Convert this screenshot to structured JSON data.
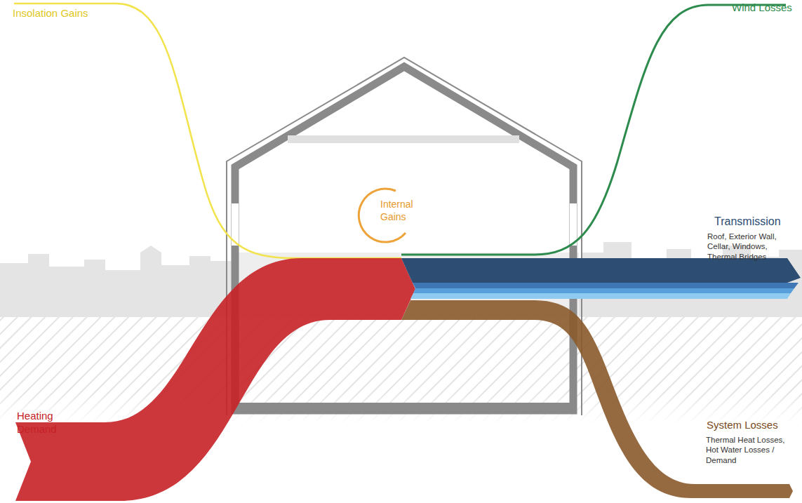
{
  "diagram": {
    "labels": [
      "Insolation Gains",
      "Wind Losses",
      "Internal Gains",
      "Transmission",
      "Roof, Exterior Wall, Cellar, Windows, Thermal Bridges",
      "Heating Demand",
      "System Losses",
      "Thermal Heat Losses, Hot Water Losses / Demand"
    ]
  }
}
